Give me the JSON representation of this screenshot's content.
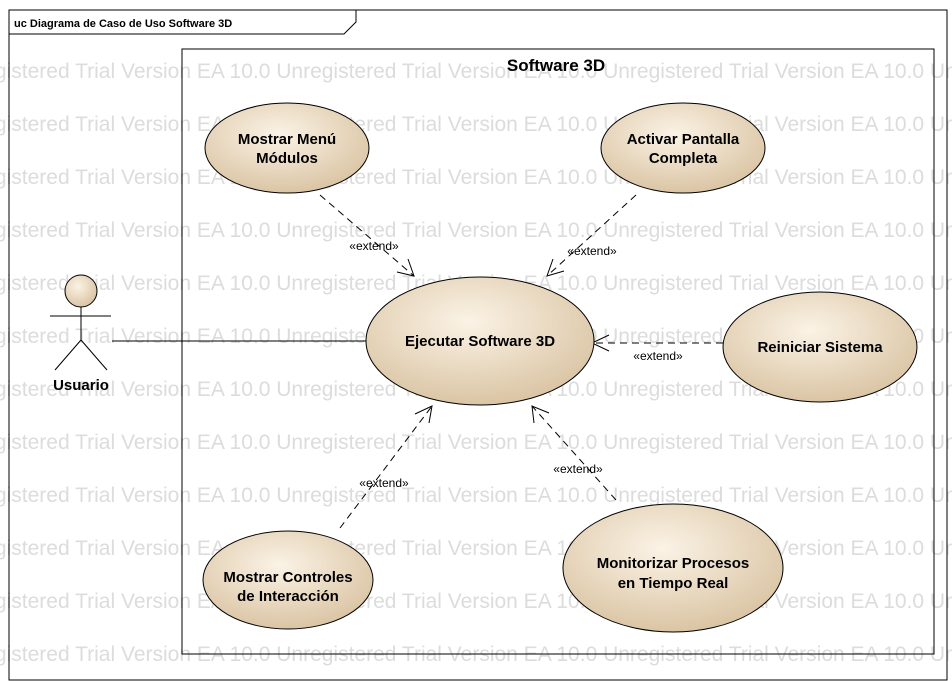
{
  "frame": {
    "title": "uc Diagrama de Caso de Uso Software 3D"
  },
  "boundary": {
    "title": "Software 3D"
  },
  "actor": {
    "name": "Usuario"
  },
  "use_cases": {
    "mostrar_menu": {
      "line1": "Mostrar Menú",
      "line2": "Módulos"
    },
    "activar_pantalla": {
      "line1": "Activar Pantalla",
      "line2": "Completa"
    },
    "ejecutar": {
      "line1": "Ejecutar Software 3D"
    },
    "reiniciar": {
      "line1": "Reiniciar Sistema"
    },
    "mostrar_controles": {
      "line1": "Mostrar Controles",
      "line2": "de Interacción"
    },
    "monitorizar": {
      "line1": "Monitorizar Procesos",
      "line2": "en Tiempo Real"
    }
  },
  "relations": {
    "extend_label": "«extend»"
  },
  "watermark": {
    "text": "EA 10.0 Unregistered Trial Version"
  },
  "colors": {
    "use_case_fill_light": "#fbf3e6",
    "use_case_fill_dark": "#dcc7a8",
    "watermark": "#dcdcdc",
    "line": "#000000"
  }
}
